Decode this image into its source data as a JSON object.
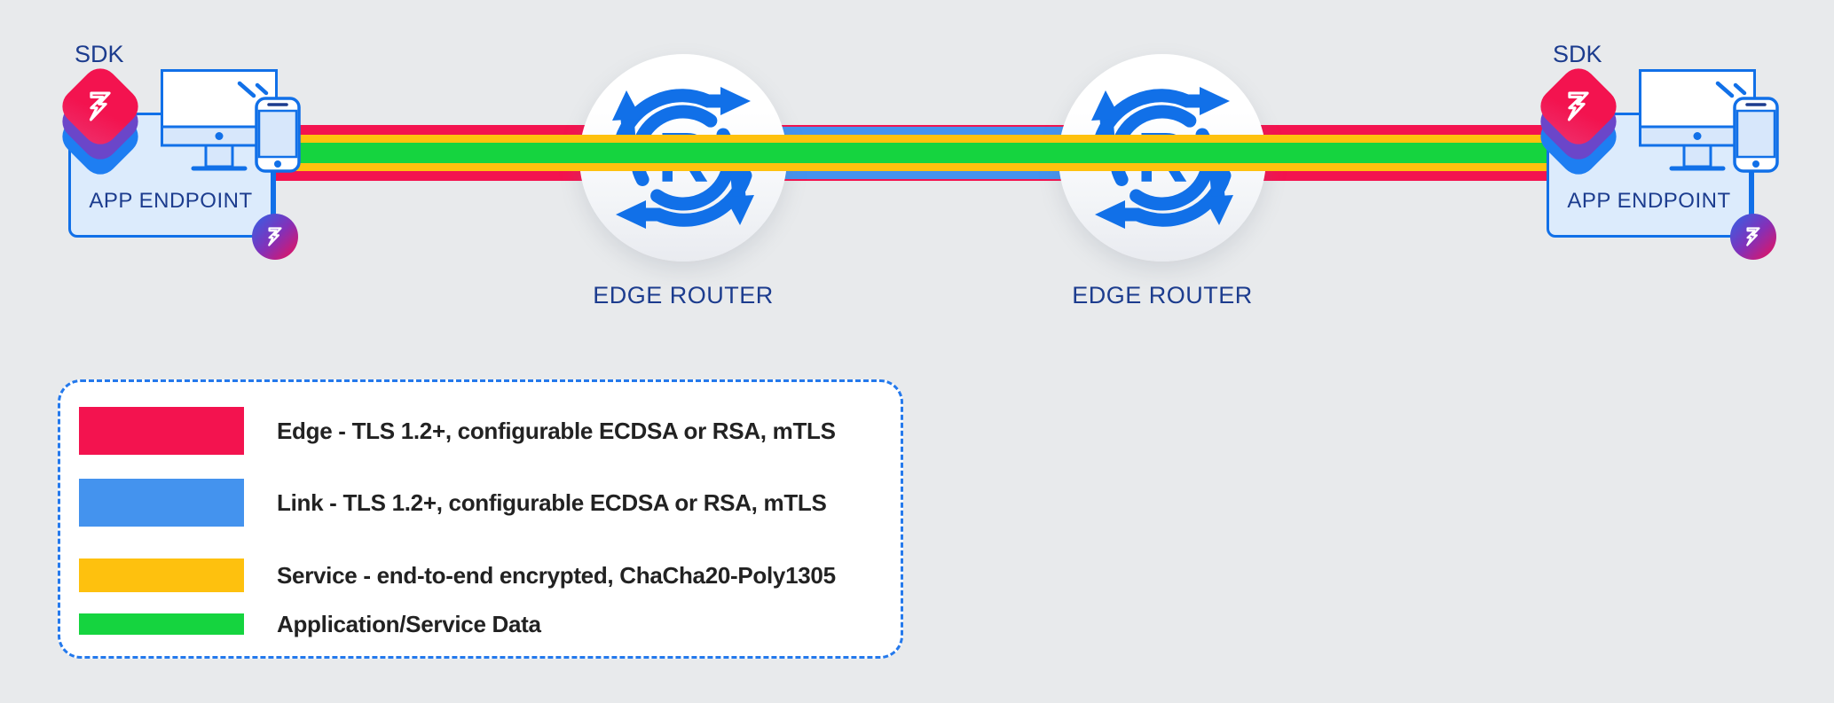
{
  "background": "#e8eaec",
  "colors": {
    "edge_red": "#f3134f",
    "link_blue": "#4493ee",
    "service_yellow": "#fec10e",
    "data_green": "#15d43f",
    "outline_blue": "#1170e8",
    "navy_text": "#1c3c8e"
  },
  "endpoints": [
    {
      "sdk_label": "SDK",
      "box_label": "APP ENDPOINT"
    },
    {
      "sdk_label": "SDK",
      "box_label": "APP ENDPOINT"
    }
  ],
  "routers": [
    {
      "label": "EDGE ROUTER",
      "icon_letter": "R"
    },
    {
      "label": "EDGE ROUTER",
      "icon_letter": "R"
    }
  ],
  "legend": {
    "rows": [
      {
        "name": "edge",
        "color": "#f3134f",
        "label": "Edge - TLS 1.2+, configurable ECDSA or RSA, mTLS"
      },
      {
        "name": "link",
        "color": "#4493ee",
        "label": "Link - TLS 1.2+, configurable ECDSA or RSA, mTLS"
      },
      {
        "name": "service",
        "color": "#fec10e",
        "label": "Service - end-to-end encrypted, ChaCha20-Poly1305"
      },
      {
        "name": "data",
        "color": "#15d43f",
        "label": "Application/Service Data"
      }
    ]
  }
}
